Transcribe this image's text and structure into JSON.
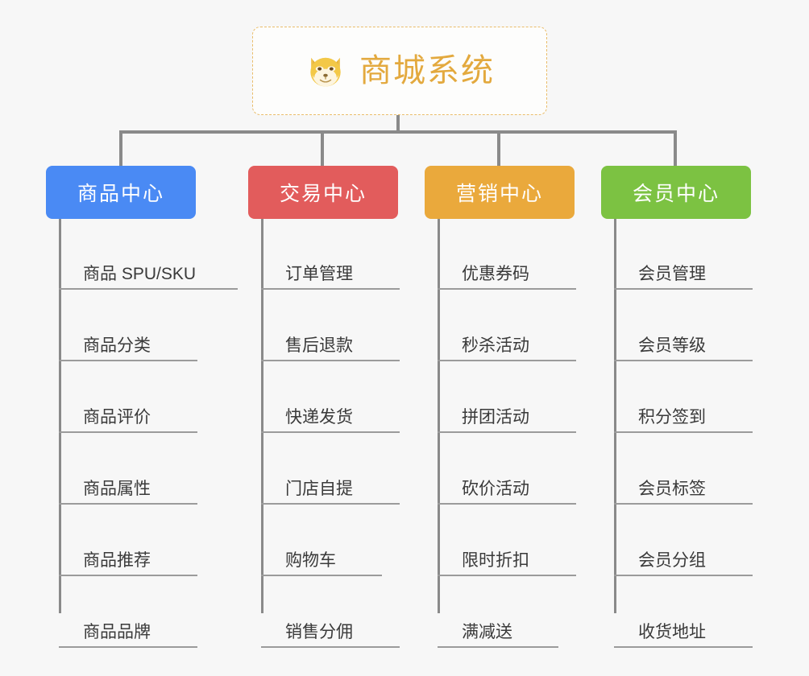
{
  "diagram": {
    "type": "org-chart",
    "background_color": "#f7f7f7",
    "connector_color": "#8a8a8a",
    "leaf_underline_color": "#9b9b9b",
    "root": {
      "title": "商城系统",
      "icon": "shiba-dog-icon",
      "title_color": "#e3a93e",
      "border_color": "#eabd6a",
      "border_style": "dashed"
    },
    "columns": [
      {
        "label": "商品中心",
        "color": "#4a8af4",
        "items": [
          "商品 SPU/SKU",
          "商品分类",
          "商品评价",
          "商品属性",
          "商品推荐",
          "商品品牌"
        ]
      },
      {
        "label": "交易中心",
        "color": "#e25c5c",
        "items": [
          "订单管理",
          "售后退款",
          "快递发货",
          "门店自提",
          "购物车",
          "销售分佣"
        ]
      },
      {
        "label": "营销中心",
        "color": "#eaa93c",
        "items": [
          "优惠券码",
          "秒杀活动",
          "拼团活动",
          "砍价活动",
          "限时折扣",
          "满减送"
        ]
      },
      {
        "label": "会员中心",
        "color": "#7cc242",
        "items": [
          "会员管理",
          "会员等级",
          "积分签到",
          "会员标签",
          "会员分组",
          "收货地址"
        ]
      }
    ]
  }
}
